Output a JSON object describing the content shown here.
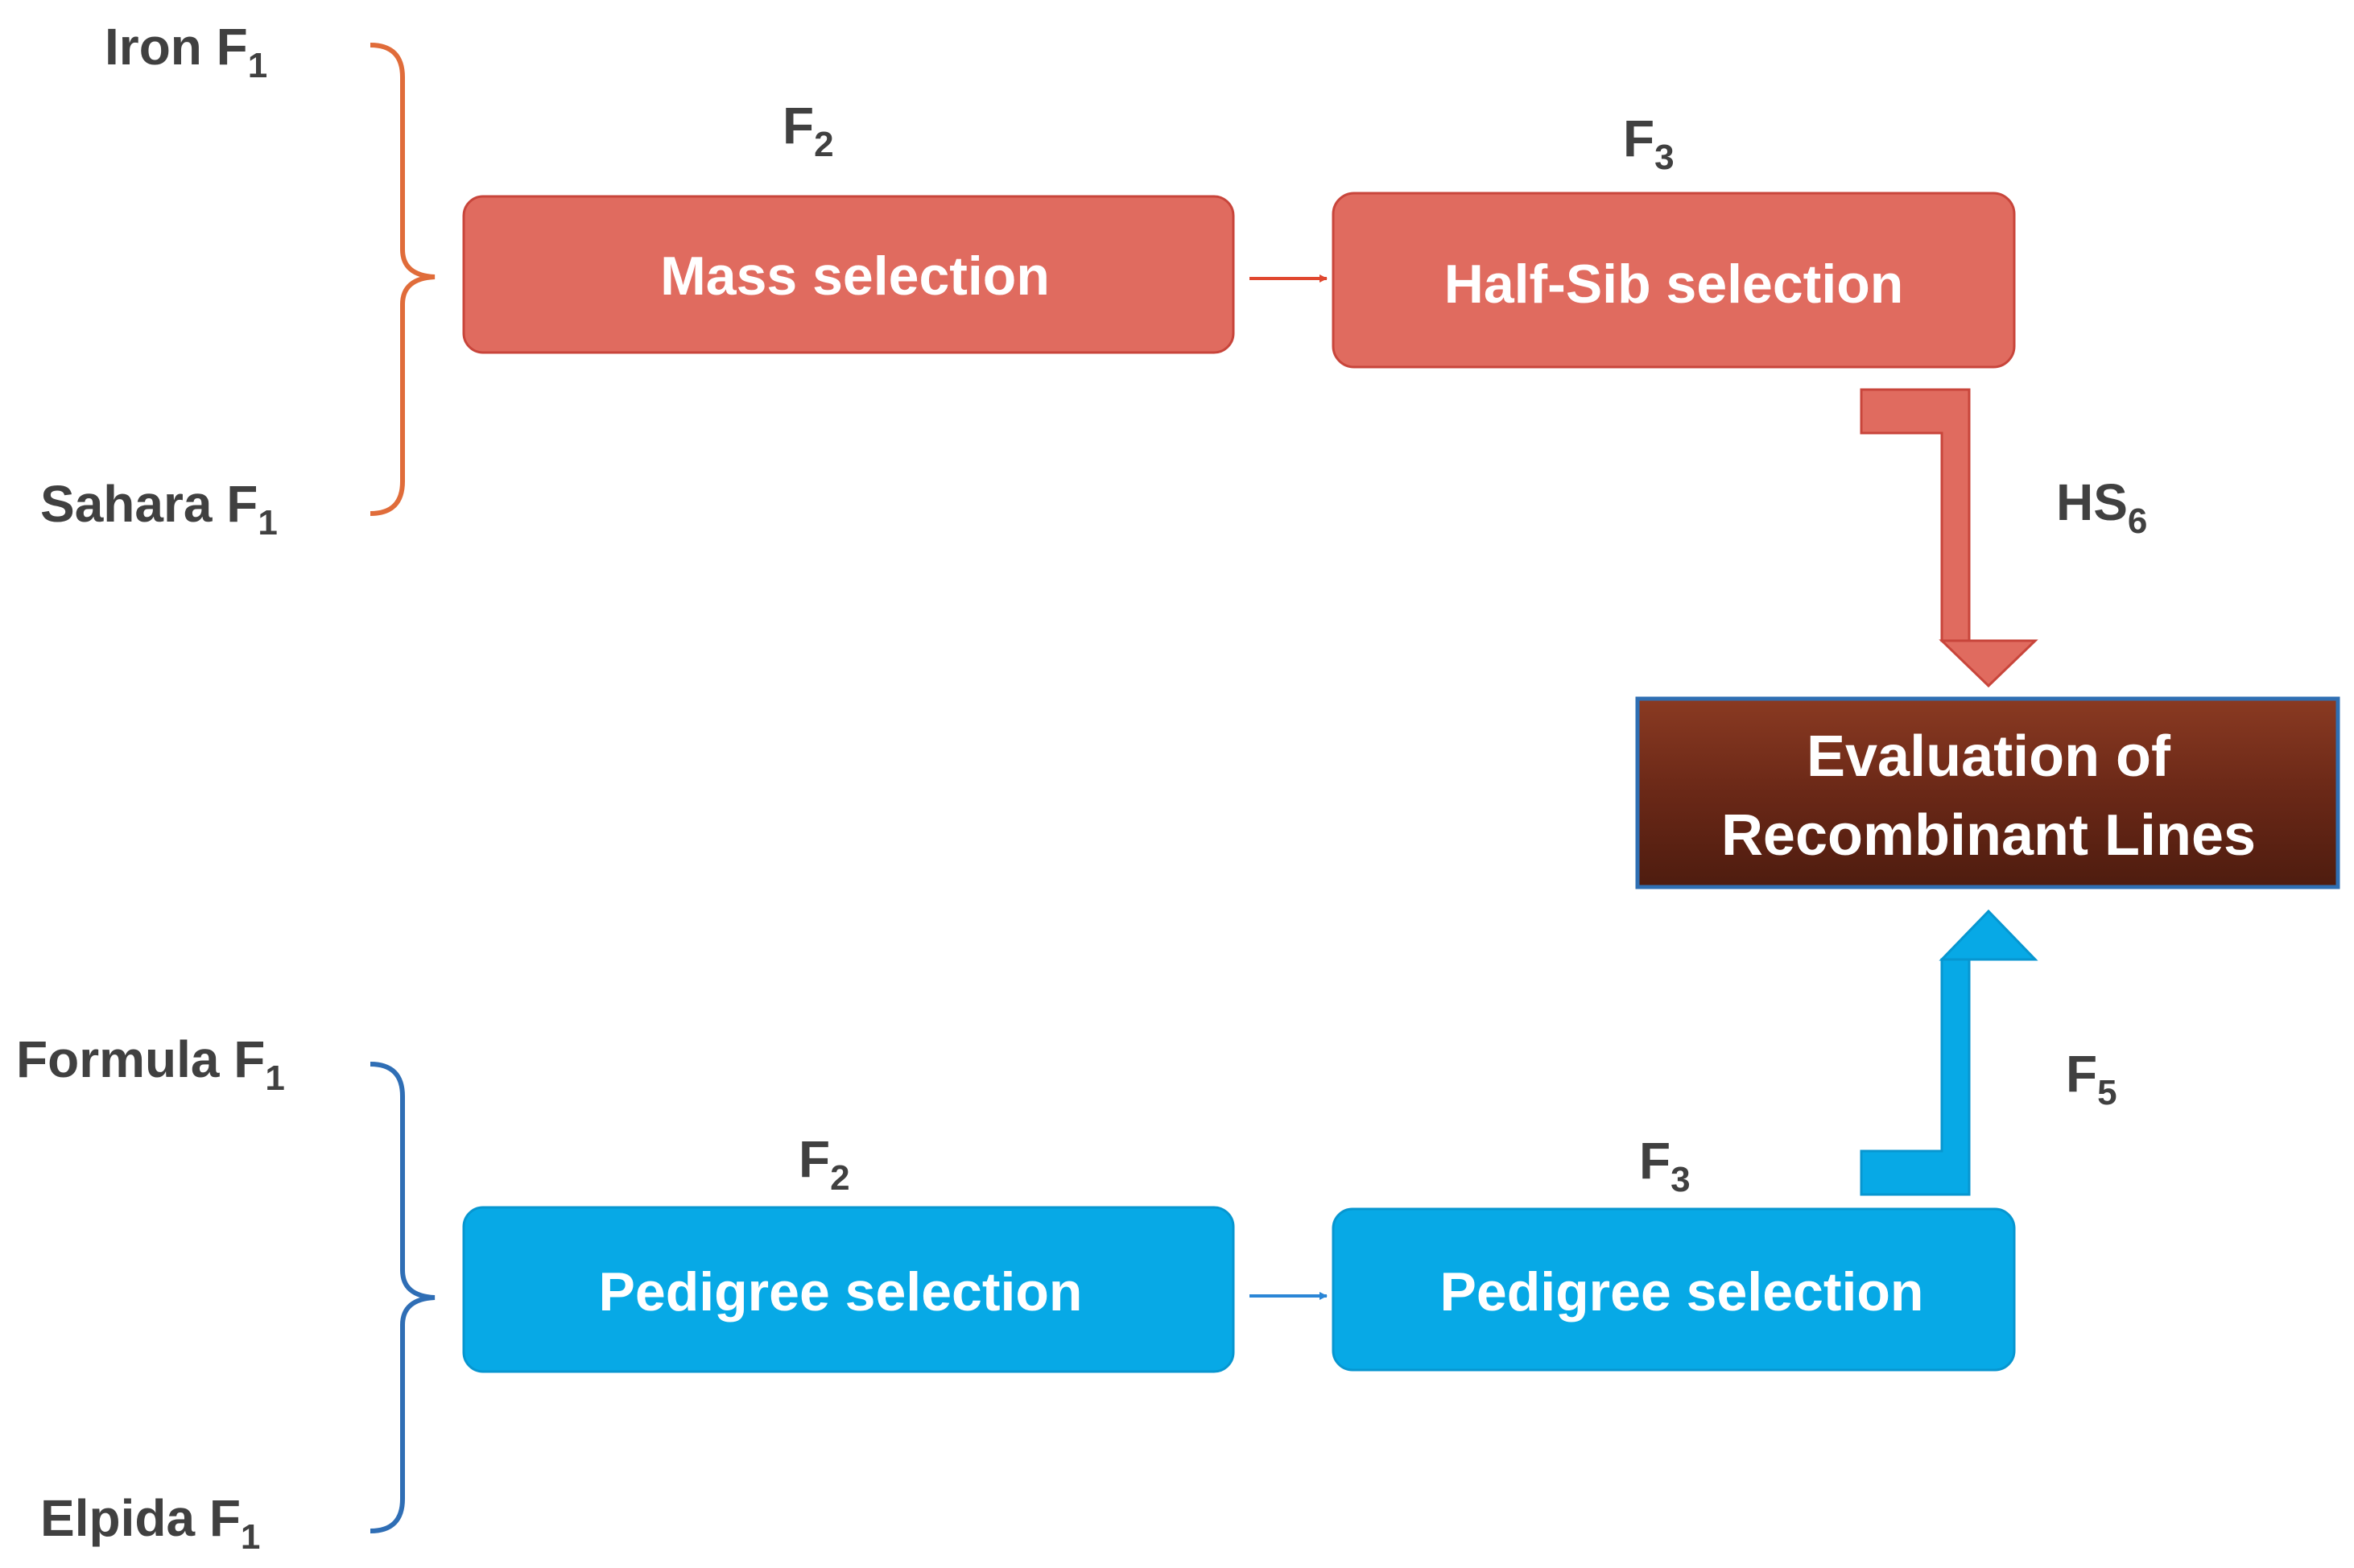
{
  "colors": {
    "red_fill": "#e06b5f",
    "red_stroke": "#c8453b",
    "red_bracket": "#e06c3a",
    "blue_fill": "#07a9e6",
    "blue_stroke": "#0796d0",
    "blue_bracket": "#2f6eb5",
    "brown_fill": "#6a2817",
    "brown_border": "#2f6fb3",
    "label_text": "#404040",
    "box_text": "#ffffff"
  },
  "parents_top": {
    "first": {
      "name": "Iron F",
      "sub": "1"
    },
    "second": {
      "name": "Sahara F",
      "sub": "1"
    }
  },
  "parents_bottom": {
    "first": {
      "name": "Formula F",
      "sub": "1"
    },
    "second": {
      "name": "Elpida F",
      "sub": "1"
    }
  },
  "red_path": {
    "gen1": {
      "base": "F",
      "sub": "2"
    },
    "box1": "Mass selection",
    "gen2": {
      "base": "F",
      "sub": "3"
    },
    "box2": "Half-Sib selection",
    "arrow_label": {
      "base": "HS",
      "sub": "6"
    }
  },
  "blue_path": {
    "gen1": {
      "base": "F",
      "sub": "2"
    },
    "box1": "Pedigree selection",
    "gen2": {
      "base": "F",
      "sub": "3"
    },
    "box2": "Pedigree selection",
    "arrow_label": {
      "base": "F",
      "sub": "5"
    }
  },
  "evaluation": {
    "line1": "Evaluation of",
    "line2": "Recombinant Lines"
  }
}
